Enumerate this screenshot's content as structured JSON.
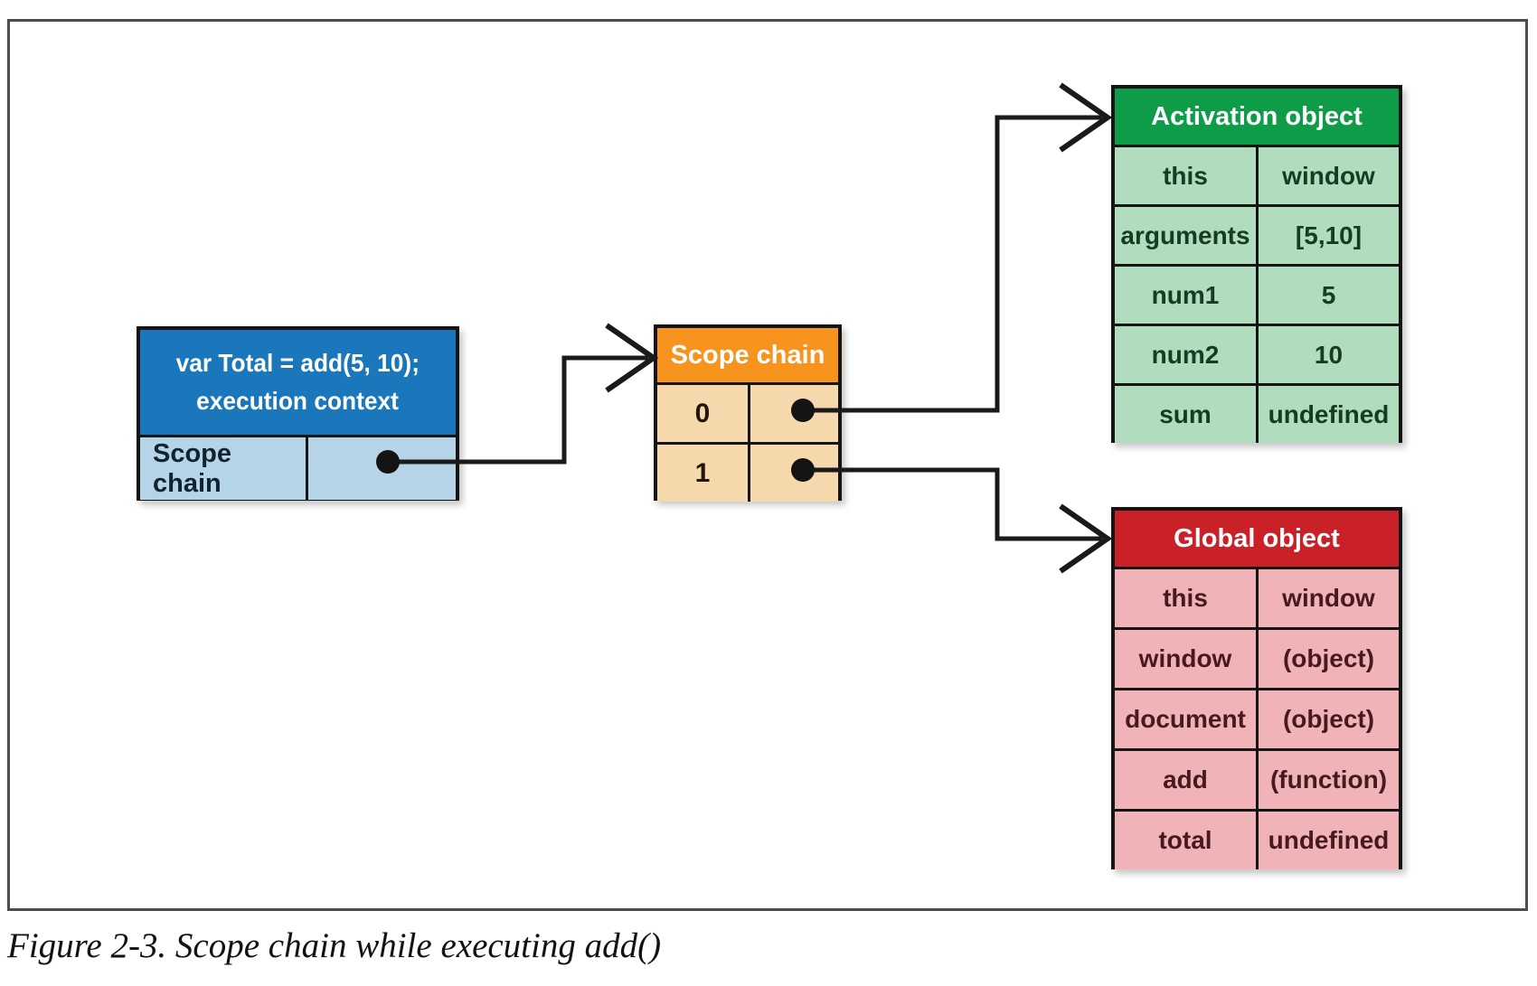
{
  "figure": {
    "caption": "Figure 2-3. Scope chain while executing add()"
  },
  "execution_context_box": {
    "title_line1": "var Total = add(5, 10);",
    "title_line2": "execution context",
    "row_label": "Scope chain",
    "header_color": "#1b77bb",
    "row_color": "#b6d4e8"
  },
  "scope_chain_table": {
    "title": "Scope chain",
    "header_color": "#f7941e",
    "row_color": "#f5d8ac",
    "rows": [
      {
        "index": "0"
      },
      {
        "index": "1"
      }
    ]
  },
  "activation_object_table": {
    "title": "Activation object",
    "header_color": "#0f9c49",
    "row_color": "#afddbe",
    "rows": [
      {
        "key": "this",
        "value": "window"
      },
      {
        "key": "arguments",
        "value": "[5,10]"
      },
      {
        "key": "num1",
        "value": "5"
      },
      {
        "key": "num2",
        "value": "10"
      },
      {
        "key": "sum",
        "value": "undefined"
      }
    ]
  },
  "global_object_table": {
    "title": "Global object",
    "header_color": "#ca2128",
    "row_color": "#f0b4b8",
    "rows": [
      {
        "key": "this",
        "value": "window"
      },
      {
        "key": "window",
        "value": "(object)"
      },
      {
        "key": "document",
        "value": "(object)"
      },
      {
        "key": "add",
        "value": "(function)"
      },
      {
        "key": "total",
        "value": "undefined"
      }
    ]
  },
  "arrows": {
    "line_color": "#1a1a1a",
    "links": [
      "execution-context-scope-chain -> scope-chain-table",
      "scope-chain-slot-0 -> activation-object-table",
      "scope-chain-slot-1 -> global-object-table"
    ]
  }
}
